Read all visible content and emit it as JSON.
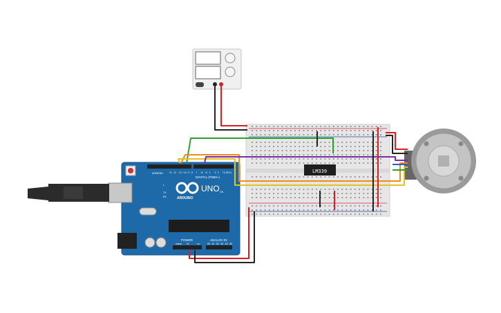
{
  "components": {
    "power_supply": {
      "name": "dc-power-supply",
      "terminals": [
        "power-supply-negative-terminal",
        "power-supply-positive-terminal"
      ]
    },
    "breadboard": {
      "name": "breadboard"
    },
    "arduino": {
      "brand_text": "ARDUINO",
      "model_text": "UNO",
      "digital_label": "DIGITAL (PWM~)",
      "power_label": "POWER",
      "analog_label": "ANALOG IN",
      "tx_label": "TX",
      "rx_label": "RX",
      "l_label": "L",
      "on_label": "ON",
      "aref_label": "AREF",
      "gnd_label": "GND",
      "ioref_label": "IOREF",
      "reset_label": "RESET",
      "v33_label": "3.3V",
      "v5_label": "5V",
      "vin_label": "Vin",
      "analog_pins": [
        "A0",
        "A1",
        "A2",
        "A3",
        "A4",
        "A5"
      ],
      "digital_pins": [
        "13",
        "12",
        "~11",
        "~10",
        "~9",
        "8",
        "7",
        "~6",
        "~5",
        "4",
        "~3",
        "2",
        "TX 1",
        "RX 0"
      ]
    },
    "ic": {
      "label": "LM339"
    },
    "motor": {
      "name": "dc-motor-encoder"
    }
  },
  "colors": {
    "arduino_board": "#1e6aa8",
    "breadboard": "#e8e8e8",
    "wire_red": "#d81e1e",
    "wire_black": "#222222",
    "wire_green": "#2aa22a",
    "wire_orange": "#f08a1c",
    "wire_yellow": "#e8c21a",
    "wire_purple": "#7a2aa6",
    "wire_blue": "#2a5ad8"
  }
}
